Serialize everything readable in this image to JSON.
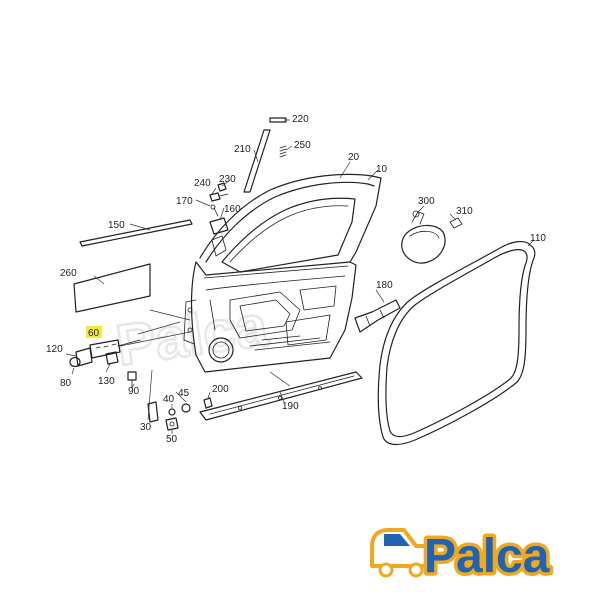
{
  "diagram": {
    "watermark": "Palca",
    "highlight_color": "#f2ea3a",
    "line_color": "#222222",
    "labels": {
      "p10": "10",
      "p20": "20",
      "p30": "30",
      "p40": "40",
      "p45": "45",
      "p50": "50",
      "p60": "60",
      "p80": "80",
      "p90": "90",
      "p110": "110",
      "p120": "120",
      "p130": "130",
      "p150": "150",
      "p160": "160",
      "p170": "170",
      "p180": "180",
      "p190": "190",
      "p200": "200",
      "p210": "210",
      "p220": "220",
      "p230": "230",
      "p240": "240",
      "p250": "250",
      "p260": "260",
      "p300": "300",
      "p310": "310"
    }
  },
  "brand": {
    "name": "Palca",
    "text_color": "#1f63b3",
    "outline_color": "#f2a81e",
    "icon": "car-truck-icon"
  }
}
